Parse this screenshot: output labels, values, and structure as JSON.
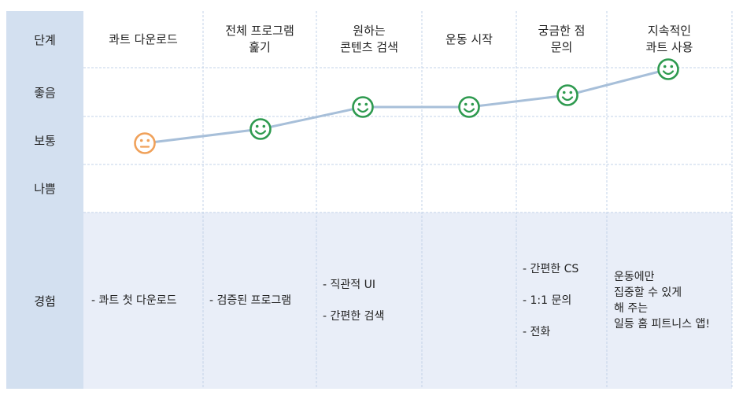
{
  "rows": {
    "stage": "단계",
    "good": "좋음",
    "normal": "보통",
    "bad": "나쁨",
    "experience": "경험"
  },
  "stages": [
    {
      "label": "콰트 다운로드",
      "mood": "normal"
    },
    {
      "label": "전체 프로그램\n훑기",
      "mood": "good"
    },
    {
      "label": "원하는\n콘텐츠 검색",
      "mood": "good"
    },
    {
      "label": "운동 시작",
      "mood": "good"
    },
    {
      "label": "궁금한 점\n문의",
      "mood": "good"
    },
    {
      "label": "지속적인\n콰트 사용",
      "mood": "good"
    }
  ],
  "experiences": [
    {
      "items": [
        "- 콰트 첫 다운로드"
      ]
    },
    {
      "items": [
        "- 검증된 프로그램"
      ]
    },
    {
      "items": [
        "- 직관적 UI",
        "- 간편한 검색"
      ]
    },
    {
      "items": []
    },
    {
      "items": [
        "- 간편한 CS",
        "- 1:1 문의",
        "- 전화"
      ]
    },
    {
      "paragraph": "운동에만\n집중할 수 있게\n해 주는\n일등 홈 피트니스 앱!"
    }
  ],
  "colors": {
    "header_bg": "#d3e0f0",
    "experience_bg": "#e9eef8",
    "grid_line": "#c3d3e8",
    "journey_line": "#a7bfd9",
    "positive": "#2e9a4f",
    "neutral": "#f0a15a"
  },
  "icons": {
    "positive": "smile-face-icon",
    "neutral": "neutral-face-icon"
  }
}
